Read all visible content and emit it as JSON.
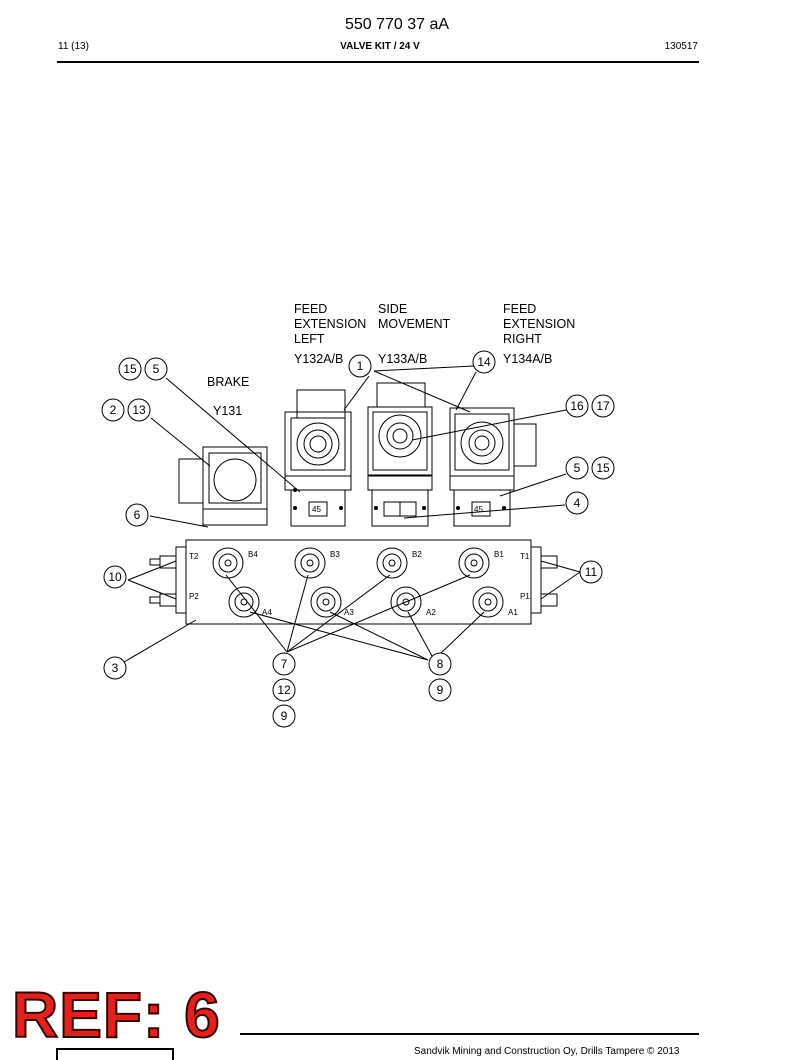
{
  "header": {
    "doc_number": "550 770 37 aA",
    "page": "11 (13)",
    "title": "VALVE KIT / 24 V",
    "date": "130517"
  },
  "labels": {
    "feed_left": [
      "FEED",
      "EXTENSION",
      "LEFT"
    ],
    "side": [
      "SIDE",
      "MOVEMENT"
    ],
    "feed_right": [
      "FEED",
      "EXTENSION",
      "RIGHT"
    ],
    "y132": "Y132A/B",
    "y133": "Y133A/B",
    "y134": "Y134A/B",
    "brake": "BRAKE",
    "y131": "Y131"
  },
  "callouts": [
    "1",
    "2",
    "3",
    "4",
    "5",
    "6",
    "7",
    "8",
    "9",
    "10",
    "11",
    "12",
    "13",
    "14",
    "15",
    "16",
    "17"
  ],
  "port_labels": [
    "B4",
    "B3",
    "B2",
    "B1",
    "A4",
    "A3",
    "A2",
    "A1",
    "T2",
    "P2",
    "T1",
    "P1"
  ],
  "footer": {
    "ref_stamp": "REF: 6",
    "company": "Sandvik Mining and Construction Oy, Drills Tampere © 2013"
  }
}
